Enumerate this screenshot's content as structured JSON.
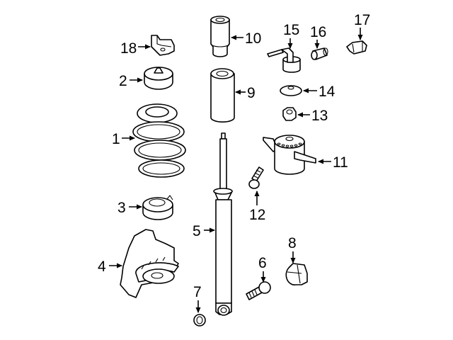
{
  "diagram": {
    "type": "exploded-parts-diagram",
    "subject": "rear suspension - shock absorber and coil spring assembly",
    "background": "#ffffff",
    "line_color": "#000000",
    "callouts": [
      {
        "number": "1",
        "part": "coil-spring"
      },
      {
        "number": "2",
        "part": "spring-upper-insulator"
      },
      {
        "number": "3",
        "part": "spring-lower-seat"
      },
      {
        "number": "4",
        "part": "spring-seat-shield"
      },
      {
        "number": "5",
        "part": "shock-absorber"
      },
      {
        "number": "6",
        "part": "shock-lower-bolt"
      },
      {
        "number": "7",
        "part": "washer"
      },
      {
        "number": "8",
        "part": "bushing"
      },
      {
        "number": "9",
        "part": "dust-boot"
      },
      {
        "number": "10",
        "part": "bump-stop"
      },
      {
        "number": "11",
        "part": "upper-mount"
      },
      {
        "number": "12",
        "part": "mount-bolt"
      },
      {
        "number": "13",
        "part": "nut"
      },
      {
        "number": "14",
        "part": "washer-cap"
      },
      {
        "number": "15",
        "part": "hose-fitting"
      },
      {
        "number": "16",
        "part": "sleeve"
      },
      {
        "number": "17",
        "part": "clip"
      },
      {
        "number": "18",
        "part": "bracket"
      }
    ]
  }
}
